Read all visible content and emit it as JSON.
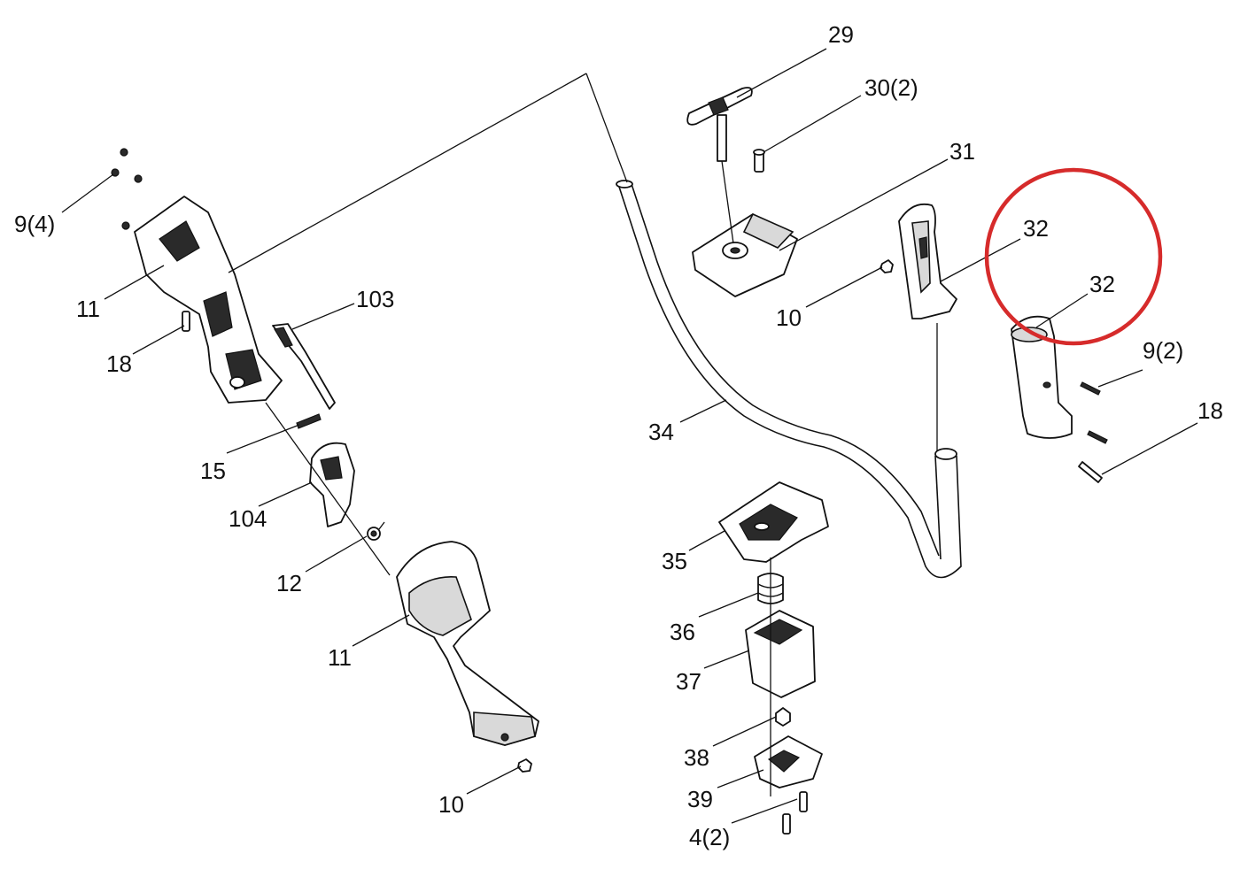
{
  "labels": {
    "l29": "29",
    "l30": "30(2)",
    "l31": "31",
    "l32a": "32",
    "l32b": "32",
    "l9_4": "9(4)",
    "l11a": "11",
    "l103": "103",
    "l10a": "10",
    "l9_2": "9(2)",
    "l18a": "18",
    "l18b": "18",
    "l34": "34",
    "l15": "15",
    "l104": "104",
    "l35": "35",
    "l12": "12",
    "l36": "36",
    "l11b": "11",
    "l37": "37",
    "l38": "38",
    "l10b": "10",
    "l39": "39",
    "l4_2": "4(2)"
  },
  "highlight": {
    "color": "#d62b2b",
    "target_part": "32"
  }
}
